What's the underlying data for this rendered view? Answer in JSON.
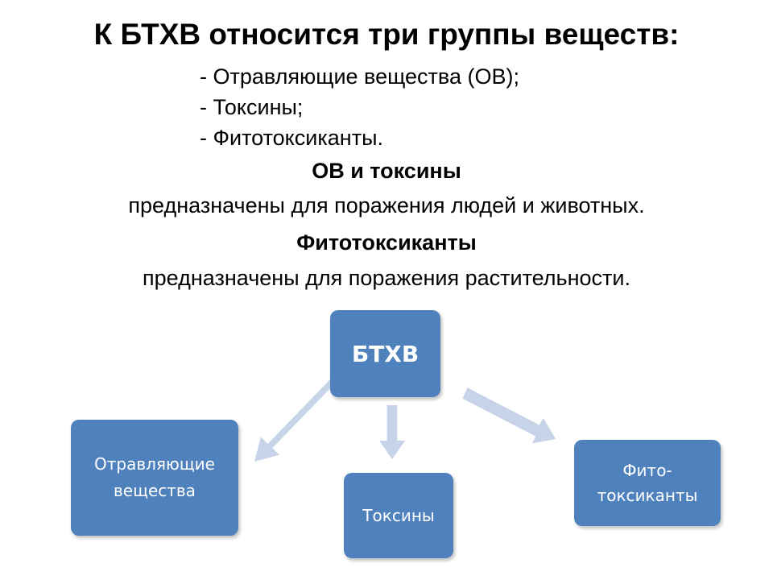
{
  "title": "К БТХВ относится три группы веществ:",
  "list": [
    "- Отравляющие вещества (ОВ);",
    "- Токсины;",
    "- Фитотоксиканты."
  ],
  "section1": {
    "heading": "ОВ и токсины",
    "text": "предназначены для поражения людей и животных."
  },
  "section2": {
    "heading": "Фитотоксиканты",
    "text": "предназначены для поражения растительности."
  },
  "diagram": {
    "root": "БТХВ",
    "children": [
      {
        "line1": "Отравляющие",
        "line2": "вещества"
      },
      {
        "line1": "Токсины"
      },
      {
        "line1": "Фито-",
        "line2": "токсиканты"
      }
    ],
    "box_color": "#4f81bd",
    "arrow_color": "#c6d3e8"
  }
}
